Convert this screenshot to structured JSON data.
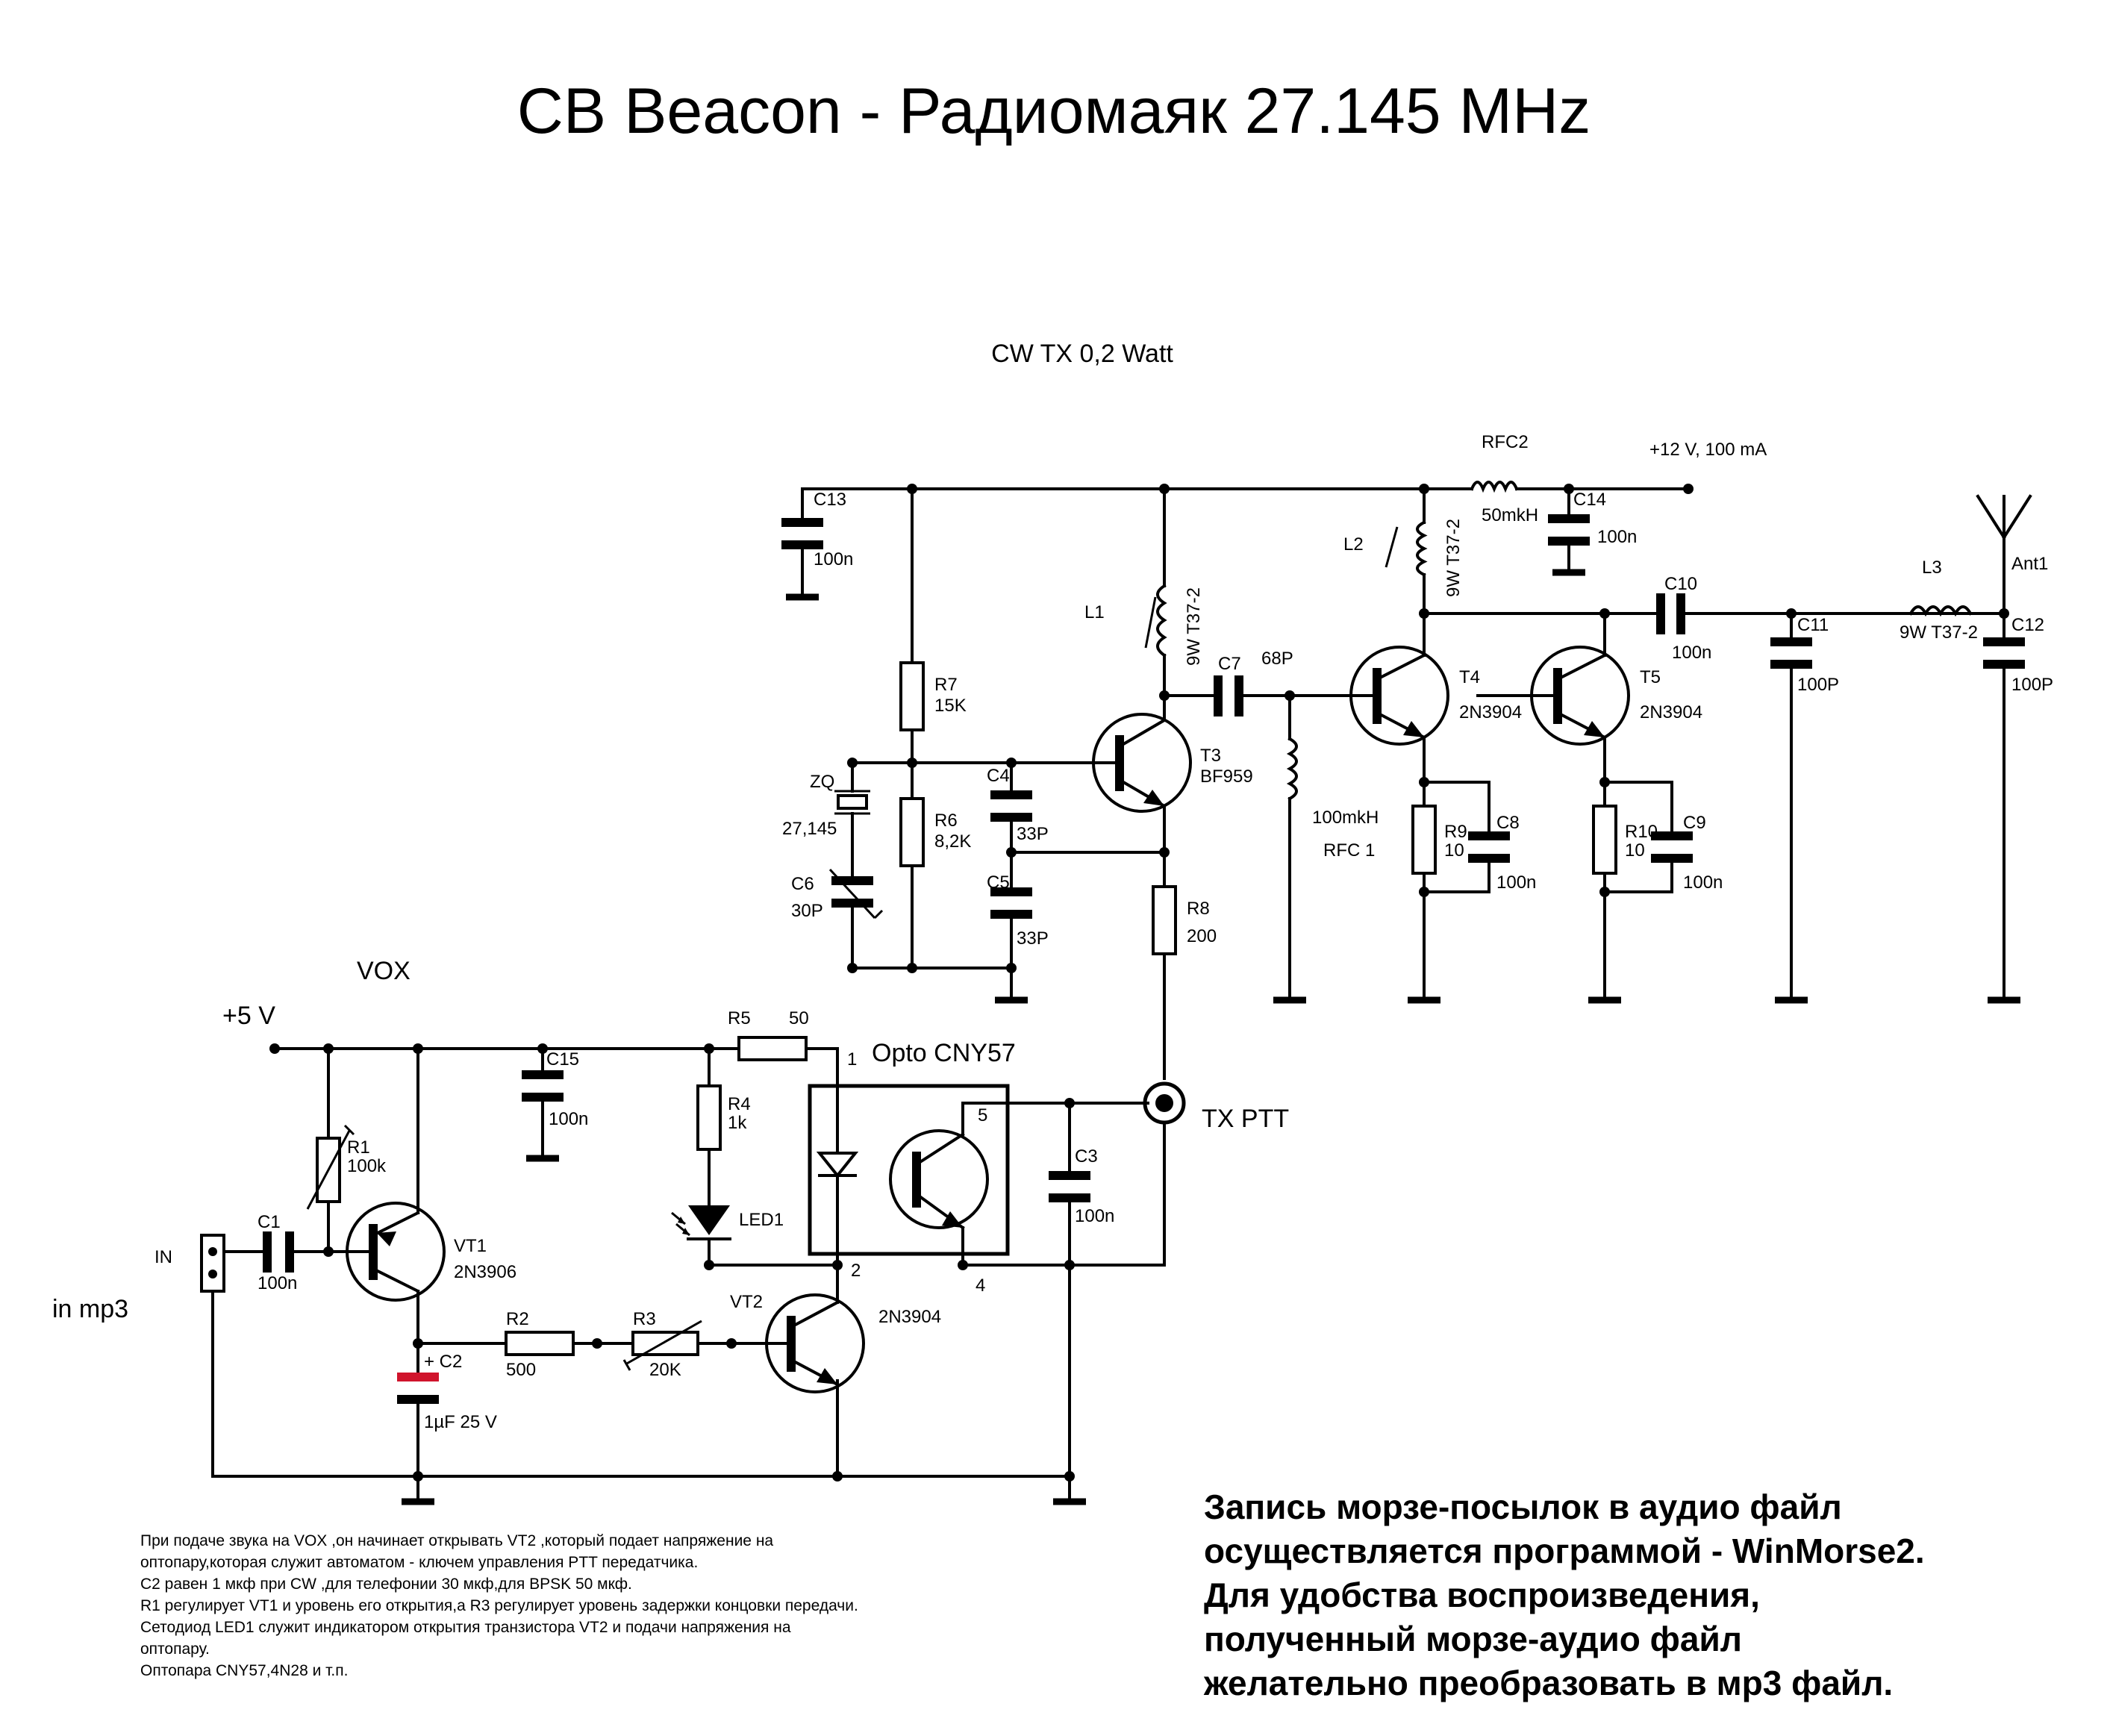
{
  "title": "CB Beacon - Радиомаяк  27.145 MHz",
  "subtitle": "CW  TX 0,2 Watt",
  "supply": {
    "tx": "+12 V, 100 mA",
    "vox": "+5 V"
  },
  "sections": {
    "vox": "VOX",
    "opto": "Opto CNY57",
    "tx_ptt": "TX PTT",
    "input": "IN",
    "input_note": "in mp3"
  },
  "antenna": "Ant1",
  "pins": {
    "p1": "1",
    "p2": "2",
    "p4": "4",
    "p5": "5"
  },
  "components": {
    "C13": {
      "ref": "C13",
      "value": "100n"
    },
    "C14": {
      "ref": "C14",
      "value": "100n"
    },
    "RFC2": {
      "ref": "RFC2",
      "value": "50mkH"
    },
    "L2": {
      "ref": "L2",
      "value": "9W T37-2"
    },
    "L1": {
      "ref": "L1",
      "value": "9W T37-2"
    },
    "L3": {
      "ref": "L3",
      "value": "9W T37-2"
    },
    "R7": {
      "ref": "R7",
      "value": "15K"
    },
    "R6": {
      "ref": "R6",
      "value": "8,2K"
    },
    "ZQ": {
      "ref": "ZQ",
      "value": "27,145"
    },
    "C6": {
      "ref": "C6",
      "value": "30P"
    },
    "C4": {
      "ref": "C4",
      "value": "33P"
    },
    "C5": {
      "ref": "C5",
      "value": "33P"
    },
    "T3": {
      "ref": "T3",
      "value": "BF959"
    },
    "C7": {
      "ref": "C7",
      "value": "68P"
    },
    "RFC1": {
      "ref": "RFC 1",
      "value": "100mkH"
    },
    "R8": {
      "ref": "R8",
      "value": "200"
    },
    "T4": {
      "ref": "T4",
      "value": "2N3904"
    },
    "T5": {
      "ref": "T5",
      "value": "2N3904"
    },
    "R9": {
      "ref": "R9",
      "value": "10"
    },
    "C8": {
      "ref": "C8",
      "value": "100n"
    },
    "R10": {
      "ref": "R10",
      "value": "10"
    },
    "C9": {
      "ref": "C9",
      "value": "100n"
    },
    "C10": {
      "ref": "C10",
      "value": "100n"
    },
    "C11": {
      "ref": "C11",
      "value": "100P"
    },
    "C12": {
      "ref": "C12",
      "value": "100P"
    },
    "R5": {
      "ref": "R5",
      "value": "50"
    },
    "R4": {
      "ref": "R4",
      "value": "1k"
    },
    "LED1": {
      "ref": "LED1",
      "value": ""
    },
    "C15": {
      "ref": "C15",
      "value": "100n"
    },
    "R1": {
      "ref": "R1",
      "value": "100k"
    },
    "VT1": {
      "ref": "VT1",
      "value": "2N3906"
    },
    "C1": {
      "ref": "C1",
      "value": "100n"
    },
    "C2": {
      "ref": "+ C2",
      "value": "1µF 25 V"
    },
    "R2": {
      "ref": "R2",
      "value": "500"
    },
    "R3": {
      "ref": "R3",
      "value": "20K"
    },
    "VT2": {
      "ref": "VT2",
      "value": "2N3904"
    },
    "C3": {
      "ref": "C3",
      "value": "100n"
    }
  },
  "notes": [
    "При подаче звука на VOX ,он начинает открывать VT2 ,который подает напряжение на",
    "оптопару,которая  служит автоматом - ключем управления PTT передатчика.",
    "C2 равен 1 мкф при CW ,для телефонии 30 мкф,для BPSK 50 мкф.",
    "R1 регулирует VT1 и уровень его открытия,а R3 регулирует уровень задержки концовки передачи.",
    "Сетодиод LED1 служит индикатором открытия транзистора VT2 и подачи напряжения на",
    "оптопару.",
    "Оптопара CNY57,4N28 и т.п."
  ],
  "bold_note": [
    "Запись морзе-посылок в аудио файл",
    "осуществляется программой - WinMorse2.",
    "Для удобства воспроизведения,",
    "полученный морзе-аудио файл",
    "желательно преобразовать в мр3 файл."
  ],
  "colors": {
    "c2_plate": "#d0142c"
  }
}
